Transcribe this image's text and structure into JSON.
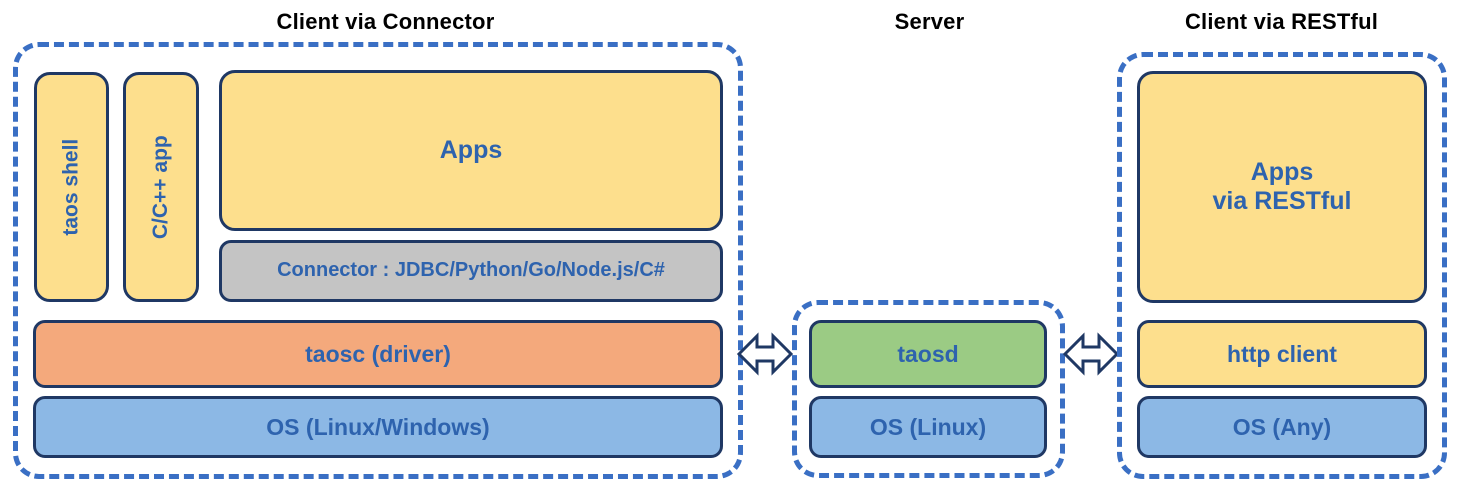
{
  "diagram": {
    "title_color": "#000000",
    "text_color": "#2e63ae",
    "box_border_color": "#1f3864",
    "group_border_color": "#3a6fc4",
    "colors": {
      "yellow": "#fddf8d",
      "orange": "#f4a97c",
      "blue": "#8cb8e5",
      "green": "#9bcb84",
      "gray": "#c4c4c4"
    }
  },
  "panels": {
    "client_connector": {
      "title": "Client via Connector",
      "boxes": {
        "taos_shell": "taos shell",
        "cpp_app": "C/C++ app",
        "apps": "Apps",
        "connector": "Connector : JDBC/Python/Go/Node.js/C#",
        "taosc": "taosc (driver)",
        "os": "OS (Linux/Windows)"
      }
    },
    "server": {
      "title": "Server",
      "boxes": {
        "taosd": "taosd",
        "os": "OS (Linux)"
      }
    },
    "client_restful": {
      "title": "Client via RESTful",
      "boxes": {
        "apps_line1": "Apps",
        "apps_line2": "via RESTful",
        "http_client": "http client",
        "os": "OS (Any)"
      }
    }
  },
  "connectors": {
    "left_arrow": "bidirectional-arrow",
    "right_arrow": "bidirectional-arrow"
  }
}
